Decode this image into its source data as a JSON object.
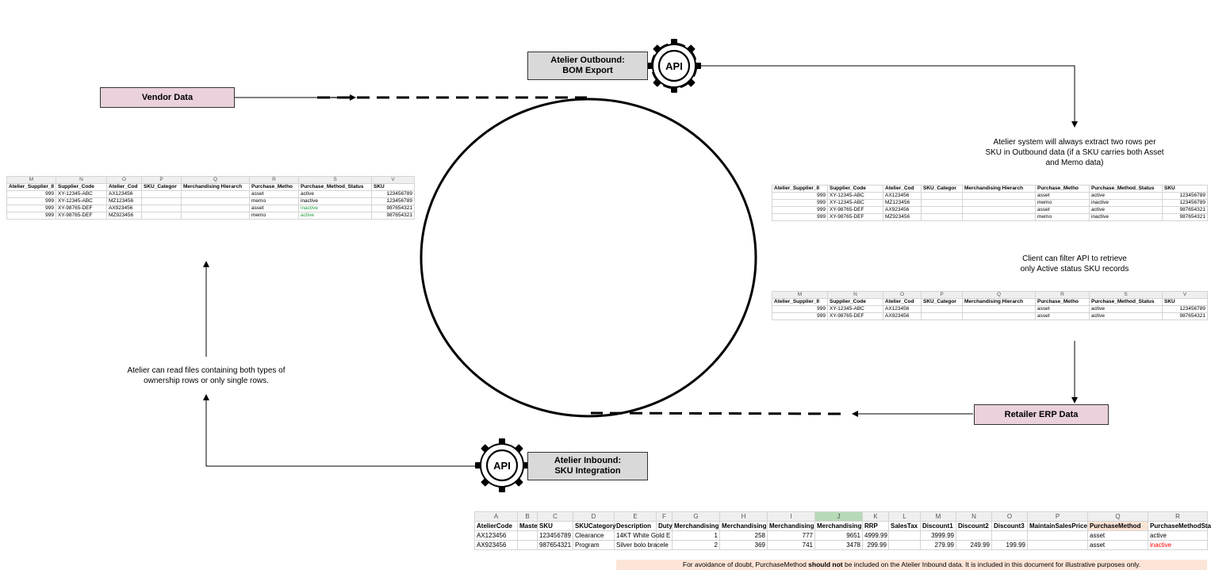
{
  "boxes": {
    "vendor": "Vendor Data",
    "outbound_line1": "Atelier Outbound:",
    "outbound_line2": "BOM Export",
    "inbound_line1": "Atelier Inbound:",
    "inbound_line2": "SKU Integration",
    "retailer": "Retailer ERP Data"
  },
  "api_label": "API",
  "notes": {
    "extract_line1": "Atelier system will always extract two rows per",
    "extract_line2": "SKU in Outbound data (if a SKU carries both Asset",
    "extract_line3": "and Memo data)",
    "filter_line1": "Client can filter API to retrieve",
    "filter_line2": "only Active status SKU records",
    "read_line1": "Atelier can read files containing both types of",
    "read_line2": "ownership rows or only single rows."
  },
  "vendor_table": {
    "letters": [
      "M",
      "N",
      "O",
      "P",
      "Q",
      "R",
      "S",
      "V"
    ],
    "headers": [
      "Atelier_Supplier_II",
      "Supplier_Code",
      "Atelier_Cod",
      "SKU_Categor",
      "Merchandising Hierarch",
      "Purchase_Metho",
      "Purchase_Method_Status",
      "SKU"
    ],
    "rows": [
      [
        "999",
        "XY-12345-ABC",
        "AX123456",
        "",
        "",
        "asset",
        "active",
        "123456789"
      ],
      [
        "999",
        "XY-12345-ABC",
        "MZ123456",
        "",
        "",
        "memo",
        "inactive",
        "123456789"
      ],
      [
        "999",
        "XY-98765-DEF",
        "AX923456",
        "",
        "",
        "asset",
        "inactive",
        "987654321"
      ],
      [
        "999",
        "XY-98765-DEF",
        "MZ923456",
        "",
        "",
        "memo",
        "active",
        "987654321"
      ]
    ]
  },
  "outbound_table": {
    "headers": [
      "Atelier_Supplier_II",
      "Supplier_Code",
      "Atelier_Cod",
      "SKU_Categor",
      "Merchandising Hierarch",
      "Purchase_Metho",
      "Purchase_Method_Status",
      "SKU"
    ],
    "rows": [
      [
        "999",
        "XY-12345-ABC",
        "AX123456",
        "",
        "",
        "asset",
        "active",
        "123456789"
      ],
      [
        "999",
        "XY-12345-ABC",
        "MZ123456",
        "",
        "",
        "memo",
        "inactive",
        "123456789"
      ],
      [
        "999",
        "XY-98765-DEF",
        "AX923456",
        "",
        "",
        "asset",
        "active",
        "987654321"
      ],
      [
        "999",
        "XY-98765-DEF",
        "MZ923456",
        "",
        "",
        "memo",
        "inactive",
        "987654321"
      ]
    ]
  },
  "filtered_table": {
    "letters": [
      "M",
      "N",
      "O",
      "P",
      "Q",
      "R",
      "S",
      "V"
    ],
    "headers": [
      "Atelier_Supplier_II",
      "Supplier_Code",
      "Atelier_Cod",
      "SKU_Categor",
      "Merchandising Hierarch",
      "Purchase_Metho",
      "Purchase_Method_Status",
      "SKU"
    ],
    "rows": [
      [
        "999",
        "XY-12345-ABC",
        "AX123456",
        "",
        "",
        "asset",
        "active",
        "123456789"
      ],
      [
        "999",
        "XY-98765-DEF",
        "AX923456",
        "",
        "",
        "asset",
        "active",
        "987654321"
      ]
    ]
  },
  "inbound_table": {
    "letters": [
      "A",
      "B",
      "C",
      "D",
      "E",
      "F",
      "G",
      "H",
      "I",
      "J",
      "K",
      "L",
      "M",
      "N",
      "O",
      "P",
      "Q",
      "R"
    ],
    "headers": [
      "AtelierCode",
      "Maste",
      "SKU",
      "SKUCategory",
      "Description",
      "Duty",
      "Merchandising",
      "Merchandising",
      "Merchandising",
      "Merchandising",
      "RRP",
      "SalesTax",
      "Discount1",
      "Discount2",
      "Discount3",
      "MaintainSalesPrice",
      "PurchaseMethod",
      "PurchaseMethodSta"
    ],
    "rows": [
      [
        "AX123456",
        "",
        "123456789",
        "Clearance",
        "14KT White Gold E",
        "",
        "1",
        "258",
        "777",
        "9651",
        "4999.99",
        "",
        "3999.99",
        "",
        "",
        "",
        "asset",
        "active"
      ],
      [
        "AX923456",
        "",
        "987654321",
        "Program",
        "Silver bolo bracele",
        "",
        "2",
        "369",
        "741",
        "3478",
        "299.99",
        "",
        "279.99",
        "249.99",
        "199.99",
        "",
        "asset",
        "inactive"
      ]
    ]
  },
  "disclaimer": {
    "before": "For avoidance of doubt, PurchaseMethod ",
    "bold": "should not",
    "after": " be included on the Atelier Inbound data.  It is included in this document for illustrative purposes only."
  },
  "colors": {
    "pink_box": "#ead1dc",
    "grey_box": "#d9d9d9",
    "status_green": "#1f9d3a",
    "status_red": "#ff0000",
    "highlight_orange": "#fbe4d5"
  }
}
